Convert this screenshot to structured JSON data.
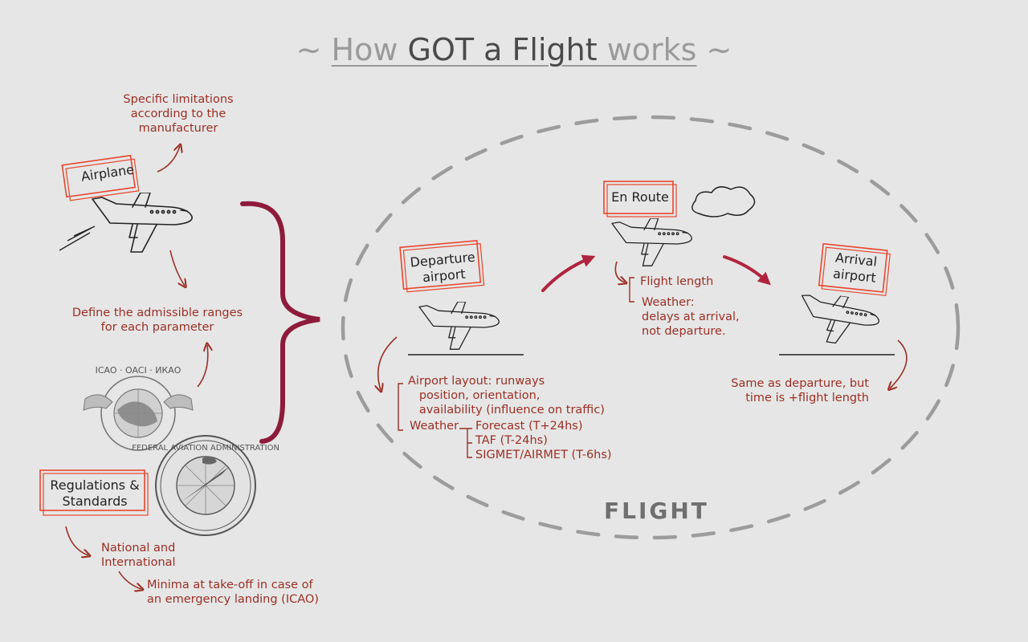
{
  "title": {
    "pre": "~ ",
    "how": "How ",
    "got": "GOT a Flight",
    "works": " works",
    "post": " ~"
  },
  "airplane": {
    "label": "Airplane",
    "note": "Specific limitations\naccording to the\nmanufacturer",
    "define": "Define the admissible ranges\nfor each parameter"
  },
  "regulations": {
    "label": "Regulations &\nStandards",
    "national": "National and\nInternational",
    "minima": "Minima at take-off in case of\nan emergency landing (ICAO)",
    "icao_seal_text": "ICAO · OACI · ИКАО",
    "faa_seal_text": "FEDERAL AVIATION ADMINISTRATION"
  },
  "departure": {
    "label": "Departure\nairport",
    "layout": "Airport layout: runways\n   position, orientation,\n   availability (influence on traffic)",
    "weather": "Weather",
    "forecasts": [
      "Forecast (T+24hs)",
      "TAF (T-24hs)",
      "SIGMET/AIRMET (T-6hs)"
    ]
  },
  "en_route": {
    "label": "En Route",
    "length": "Flight length",
    "weather": "Weather:\ndelays at arrival,\nnot departure."
  },
  "arrival": {
    "label": "Arrival\nairport",
    "note": "Same as departure, but\ntime is +flight length"
  },
  "flight_label": "FLIGHT",
  "colors": {
    "background": "#e6e6e6",
    "note_red": "#9b2f24",
    "box_orange": "#e8472e",
    "brace_crimson": "#8e1b3b",
    "ellipse_gray": "#9c9c9c",
    "ink": "#222222"
  }
}
